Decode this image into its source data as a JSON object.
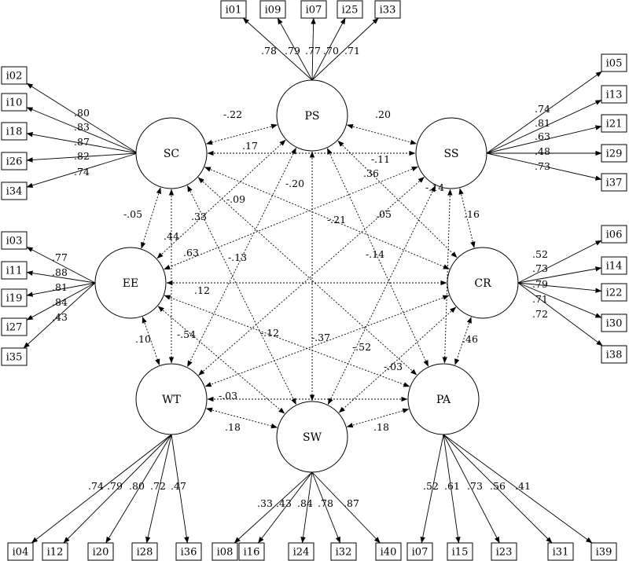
{
  "factors": [
    {
      "id": "PS",
      "label": "PS"
    },
    {
      "id": "SC",
      "label": "SC"
    },
    {
      "id": "SS",
      "label": "SS"
    },
    {
      "id": "EE",
      "label": "EE"
    },
    {
      "id": "CR",
      "label": "CR"
    },
    {
      "id": "WT",
      "label": "WT"
    },
    {
      "id": "SW",
      "label": "SW"
    },
    {
      "id": "PA",
      "label": "PA"
    }
  ],
  "loadings": [
    {
      "factor": "PS",
      "item": "i01",
      "value": ".78"
    },
    {
      "factor": "PS",
      "item": "i09",
      "value": ".79"
    },
    {
      "factor": "PS",
      "item": "i07",
      "value": ".77"
    },
    {
      "factor": "PS",
      "item": "i25",
      "value": ".70"
    },
    {
      "factor": "PS",
      "item": "i33",
      "value": ".71"
    },
    {
      "factor": "SC",
      "item": "i02",
      "value": ".80"
    },
    {
      "factor": "SC",
      "item": "i10",
      "value": ".83"
    },
    {
      "factor": "SC",
      "item": "i18",
      "value": ".87"
    },
    {
      "factor": "SC",
      "item": "i26",
      "value": ".82"
    },
    {
      "factor": "SC",
      "item": "i34",
      "value": ".74"
    },
    {
      "factor": "SS",
      "item": "i05",
      "value": ".74"
    },
    {
      "factor": "SS",
      "item": "i13",
      "value": ".81"
    },
    {
      "factor": "SS",
      "item": "i21",
      "value": ".63"
    },
    {
      "factor": "SS",
      "item": "i29",
      "value": ".48"
    },
    {
      "factor": "SS",
      "item": "i37",
      "value": ".73"
    },
    {
      "factor": "EE",
      "item": "i03",
      "value": ".77"
    },
    {
      "factor": "EE",
      "item": "i11",
      "value": ".88"
    },
    {
      "factor": "EE",
      "item": "i19",
      "value": ".81"
    },
    {
      "factor": "EE",
      "item": "i27",
      "value": ".84"
    },
    {
      "factor": "EE",
      "item": "i35",
      "value": ".43"
    },
    {
      "factor": "CR",
      "item": "i06",
      "value": ".52"
    },
    {
      "factor": "CR",
      "item": "i14",
      "value": ".73"
    },
    {
      "factor": "CR",
      "item": "i22",
      "value": ".79"
    },
    {
      "factor": "CR",
      "item": "i30",
      "value": ".71"
    },
    {
      "factor": "CR",
      "item": "i38",
      "value": ".72"
    },
    {
      "factor": "WT",
      "item": "i04",
      "value": ".74"
    },
    {
      "factor": "WT",
      "item": "i12",
      "value": ".79"
    },
    {
      "factor": "WT",
      "item": "i20",
      "value": ".80"
    },
    {
      "factor": "WT",
      "item": "i28",
      "value": ".72"
    },
    {
      "factor": "WT",
      "item": "i36",
      "value": ".47"
    },
    {
      "factor": "SW",
      "item": "i08",
      "value": ".33"
    },
    {
      "factor": "SW",
      "item": "i16",
      "value": ".43"
    },
    {
      "factor": "SW",
      "item": "i24",
      "value": ".84"
    },
    {
      "factor": "SW",
      "item": "i32",
      "value": ".78"
    },
    {
      "factor": "SW",
      "item": "i40",
      "value": ".87"
    },
    {
      "factor": "PA",
      "item": "i07",
      "value": ".52"
    },
    {
      "factor": "PA",
      "item": "i15",
      "value": ".61"
    },
    {
      "factor": "PA",
      "item": "i23",
      "value": ".73"
    },
    {
      "factor": "PA",
      "item": "i31",
      "value": ".56"
    },
    {
      "factor": "PA",
      "item": "i39",
      "value": ".41"
    }
  ],
  "correlations": [
    {
      "a": "PS",
      "b": "SC",
      "value": "-.22"
    },
    {
      "a": "PS",
      "b": "SS",
      "value": ".20"
    },
    {
      "a": "PS",
      "b": "EE",
      "value": ".17"
    },
    {
      "a": "PS",
      "b": "CR",
      "value": ".36"
    },
    {
      "a": "PS",
      "b": "WT",
      "value": "-.13"
    },
    {
      "a": "PS",
      "b": "SW",
      "value": "-.20"
    },
    {
      "a": "PS",
      "b": "PA",
      "value": "-.14"
    },
    {
      "a": "SC",
      "b": "SS",
      "value": "-.11"
    },
    {
      "a": "SC",
      "b": "EE",
      "value": "-.05"
    },
    {
      "a": "SC",
      "b": "CR",
      "value": "-.21"
    },
    {
      "a": "SC",
      "b": "WT",
      "value": ".44"
    },
    {
      "a": "SC",
      "b": "SW",
      "value": ".33"
    },
    {
      "a": "SC",
      "b": "PA",
      "value": "-.09"
    },
    {
      "a": "SS",
      "b": "EE",
      "value": ".63"
    },
    {
      "a": "SS",
      "b": "CR",
      "value": ".16"
    },
    {
      "a": "SS",
      "b": "WT",
      "value": ".05"
    },
    {
      "a": "SS",
      "b": "SW",
      "value": "-.52"
    },
    {
      "a": "SS",
      "b": "PA",
      "value": "-.14"
    },
    {
      "a": "EE",
      "b": "CR",
      "value": ".12"
    },
    {
      "a": "EE",
      "b": "WT",
      "value": ".10"
    },
    {
      "a": "EE",
      "b": "SW",
      "value": "-.54"
    },
    {
      "a": "EE",
      "b": "PA",
      "value": "-.12"
    },
    {
      "a": "CR",
      "b": "WT",
      "value": "-.37"
    },
    {
      "a": "CR",
      "b": "SW",
      "value": "-.03"
    },
    {
      "a": "CR",
      "b": "PA",
      "value": ".46"
    },
    {
      "a": "WT",
      "b": "SW",
      "value": ".18"
    },
    {
      "a": "WT",
      "b": "PA",
      "value": "-.03"
    },
    {
      "a": "SW",
      "b": "PA",
      "value": ".18"
    }
  ]
}
